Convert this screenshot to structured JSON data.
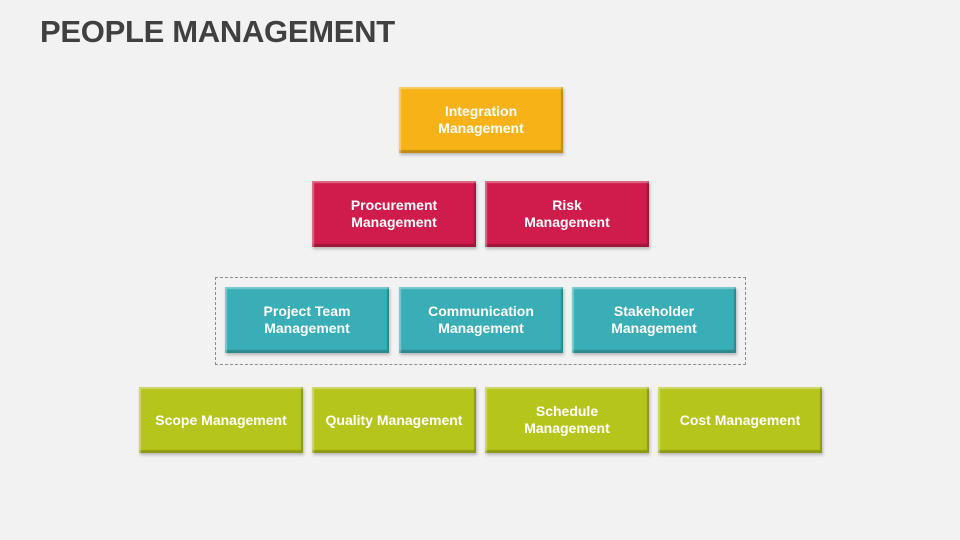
{
  "title": "PEOPLE MANAGEMENT",
  "colors": {
    "level1": "#f7b218",
    "level2": "#cf1c4c",
    "level3": "#3aaeb6",
    "level4": "#b5c51c",
    "title_text": "#404040",
    "background": "#f2f2f2"
  },
  "levels": [
    {
      "color": "#f7b218",
      "boxes": [
        "Integration\nManagement"
      ]
    },
    {
      "color": "#cf1c4c",
      "boxes": [
        "Procurement\nManagement",
        "Risk\nManagement"
      ]
    },
    {
      "color": "#3aaeb6",
      "boxes": [
        "Project Team\nManagement",
        "Communication\nManagement",
        "Stakeholder\nManagement"
      ]
    },
    {
      "color": "#b5c51c",
      "boxes": [
        "Scope Management",
        "Quality Management",
        "Schedule\nManagement",
        "Cost Management"
      ]
    }
  ]
}
